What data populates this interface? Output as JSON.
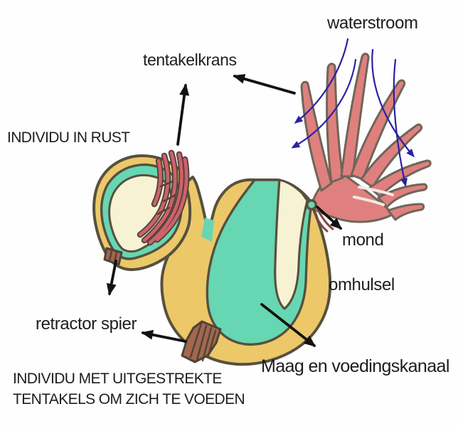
{
  "diagram": {
    "labels": {
      "waterstroom": "waterstroom",
      "tentakelkrans": "tentakelkrans",
      "individuInRust": "INDIVIDU IN RUST",
      "mond": "mond",
      "omhulsel": "omhulsel",
      "retractorSpier": "retractor spier",
      "maagEnVoedingskanaal": "Maag en voedingskanaal",
      "captionLine1": "INDIVIDU MET UITGESTREKTE",
      "captionLine2": "TENTAKELS OM ZICH TE VOEDEN"
    },
    "colors": {
      "background": "#fefefe",
      "bodyYellow": "#ecc868",
      "liningTeal": "#66d7b2",
      "interiorCream": "#f6f2d3",
      "tentacleRed": "#e0807e",
      "retractedTentacleRed": "#cd626a",
      "muscleBrown": "#a3674d",
      "outline": "#57503f",
      "waterArrowBlue": "#2a21a5",
      "labelArrowBlack": "#121212",
      "text": "#1d1d1d"
    }
  }
}
